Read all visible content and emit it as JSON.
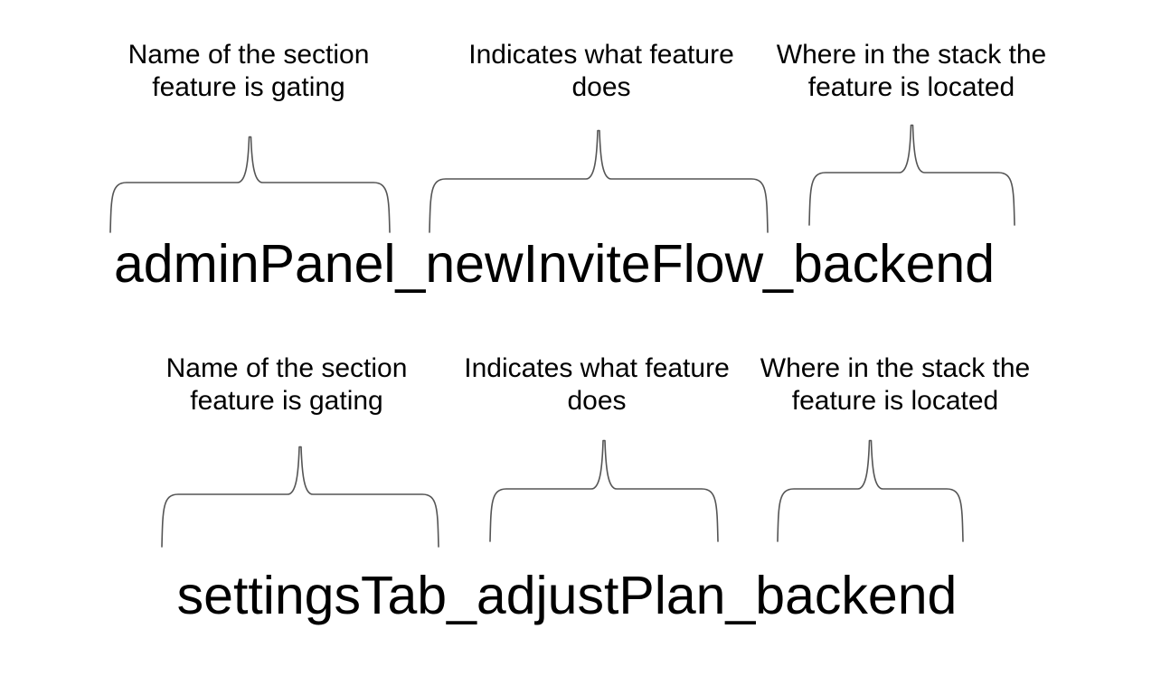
{
  "colors": {
    "background": "#ffffff",
    "text": "#000000",
    "brace": "#555555"
  },
  "examples": [
    {
      "flag_name": "adminPanel_newInviteFlow_backend",
      "annotations": [
        {
          "line1": "Name of the section",
          "line2": "feature is gating"
        },
        {
          "line1": "Indicates what feature",
          "line2": "does"
        },
        {
          "line1": "Where in the stack the",
          "line2": "feature is located"
        }
      ]
    },
    {
      "flag_name": "settingsTab_adjustPlan_backend",
      "annotations": [
        {
          "line1": "Name of the section",
          "line2": "feature is gating"
        },
        {
          "line1": "Indicates what feature",
          "line2": "does"
        },
        {
          "line1": "Where in the stack the",
          "line2": "feature is located"
        }
      ]
    }
  ]
}
